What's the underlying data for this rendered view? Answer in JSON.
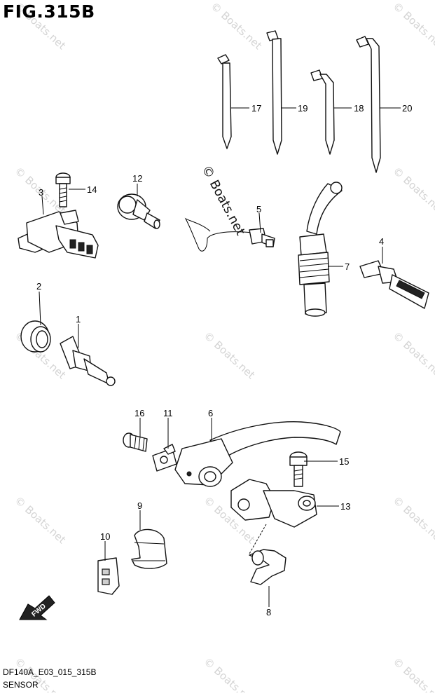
{
  "figure": {
    "title": "FIG.315B",
    "diagram_code": "DF140A_E03_015_315B",
    "section_name": "SENSOR"
  },
  "watermark": {
    "text": "© Boats.net"
  },
  "direction_marker": {
    "text": "FWD"
  },
  "callouts": {
    "c1": "1",
    "c2": "2",
    "c3": "3",
    "c4": "4",
    "c5": "5",
    "c6": "6",
    "c7": "7",
    "c8": "8",
    "c9": "9",
    "c10": "10",
    "c11": "11",
    "c12": "12",
    "c13": "13",
    "c14": "14",
    "c15": "15",
    "c16": "16",
    "c17": "17",
    "c18": "18",
    "c19": "19",
    "c20": "20"
  }
}
